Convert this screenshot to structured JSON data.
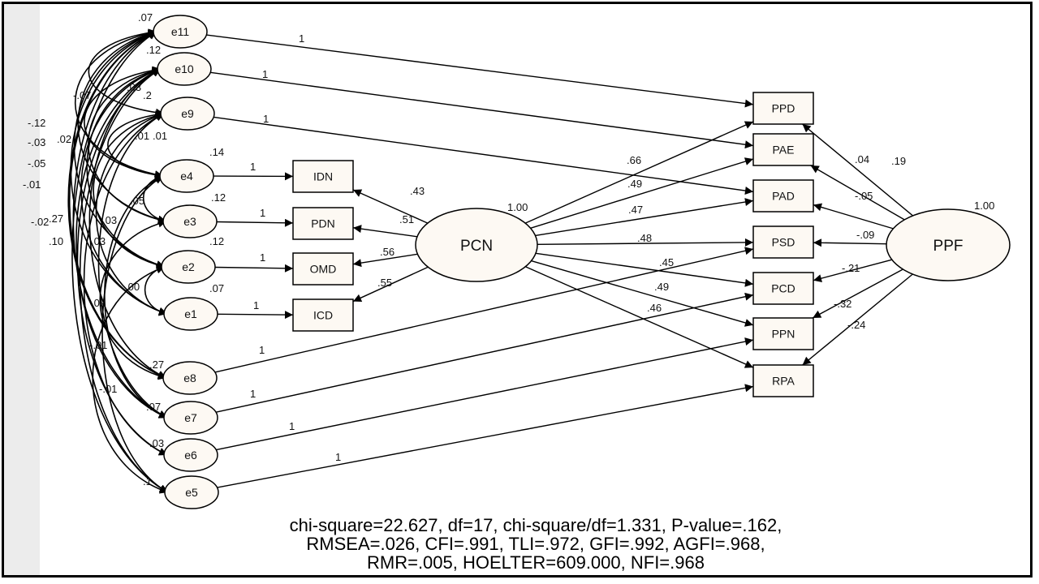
{
  "latent": [
    {
      "id": "PCN",
      "label": "PCN",
      "variance": "1.00"
    },
    {
      "id": "PPF",
      "label": "PPF",
      "variance": "1.00"
    }
  ],
  "observed": [
    {
      "id": "IDN",
      "label": "IDN"
    },
    {
      "id": "PDN",
      "label": "PDN"
    },
    {
      "id": "OMD",
      "label": "OMD"
    },
    {
      "id": "ICD",
      "label": "ICD"
    },
    {
      "id": "PPD",
      "label": "PPD"
    },
    {
      "id": "PAE",
      "label": "PAE"
    },
    {
      "id": "PAD",
      "label": "PAD"
    },
    {
      "id": "PSD",
      "label": "PSD"
    },
    {
      "id": "PCD",
      "label": "PCD"
    },
    {
      "id": "PPN",
      "label": "PPN"
    },
    {
      "id": "RPA",
      "label": "RPA"
    }
  ],
  "errors": [
    {
      "id": "e11",
      "label": "e11",
      "variance": ".07"
    },
    {
      "id": "e10",
      "label": "e10",
      "variance": ".12"
    },
    {
      "id": "e9",
      "label": "e9",
      "variance": ".2"
    },
    {
      "id": "e4",
      "label": "e4",
      "variance": ".14"
    },
    {
      "id": "e3",
      "label": "e3",
      "variance": ".12"
    },
    {
      "id": "e2",
      "label": "e2",
      "variance": ".12"
    },
    {
      "id": "e1",
      "label": "e1",
      "variance": ".07"
    },
    {
      "id": "e8",
      "label": "e8",
      "variance": ".27"
    },
    {
      "id": "e7",
      "label": "e7",
      "variance": ".07"
    },
    {
      "id": "e6",
      "label": "e6",
      "variance": ".03"
    },
    {
      "id": "e5",
      "label": "e5",
      "variance": ".1"
    }
  ],
  "loadings": {
    "PCN": [
      {
        "to": "IDN",
        "value": ".43"
      },
      {
        "to": "PDN",
        "value": ".51"
      },
      {
        "to": "OMD",
        "value": ".56"
      },
      {
        "to": "ICD",
        "value": ".55"
      },
      {
        "to": "PPD",
        "value": ".66"
      },
      {
        "to": "PAE",
        "value": ".49"
      },
      {
        "to": "PAD",
        "value": ".47"
      },
      {
        "to": "PSD",
        "value": ".48"
      },
      {
        "to": "PCD",
        "value": ".45"
      },
      {
        "to": "PPN",
        "value": ".49"
      },
      {
        "to": "RPA",
        "value": ".46"
      }
    ],
    "PPF": [
      {
        "to": "PPD",
        "value": ".19"
      },
      {
        "to": "PAE",
        "value": ".04"
      },
      {
        "to": "PAD",
        "value": "-.05"
      },
      {
        "to": "PSD",
        "value": "-.09"
      },
      {
        "to": "PCD",
        "value": "-.21"
      },
      {
        "to": "PPN",
        "value": "-.32"
      },
      {
        "to": "RPA",
        "value": "-.24"
      }
    ]
  },
  "error_paths": [
    {
      "from": "e4",
      "to": "IDN",
      "value": "1"
    },
    {
      "from": "e3",
      "to": "PDN",
      "value": "1"
    },
    {
      "from": "e2",
      "to": "OMD",
      "value": "1"
    },
    {
      "from": "e1",
      "to": "ICD",
      "value": "1"
    },
    {
      "from": "e11",
      "to": "PPD",
      "value": "1"
    },
    {
      "from": "e10",
      "to": "PAE",
      "value": "1"
    },
    {
      "from": "e9",
      "to": "PAD",
      "value": "1"
    },
    {
      "from": "e8",
      "to": "PSD",
      "value": "1"
    },
    {
      "from": "e7",
      "to": "PCD",
      "value": "1"
    },
    {
      "from": "e6",
      "to": "PPN",
      "value": "1"
    },
    {
      "from": "e5",
      "to": "RPA",
      "value": "1"
    }
  ],
  "covariances": [
    {
      "a": "e11",
      "b": "e9",
      "value": "-.07"
    },
    {
      "a": "e11",
      "b": "e4",
      "value": "-.12"
    },
    {
      "a": "e11",
      "b": "e3",
      "value": "-.03"
    },
    {
      "a": "e11",
      "b": "e2",
      "value": "-.05"
    },
    {
      "a": "e11",
      "b": "e1",
      "value": "-.01"
    },
    {
      "a": "e11",
      "b": "e8",
      "value": "-.02"
    },
    {
      "a": "e10",
      "b": "e4",
      "value": ".02"
    },
    {
      "a": "e10",
      "b": "e3",
      "value": ".03"
    },
    {
      "a": "e10",
      "b": "e2",
      "value": ".03"
    },
    {
      "a": "e10",
      "b": "e1",
      "value": ".27"
    },
    {
      "a": "e10",
      "b": "e7",
      "value": ".10"
    },
    {
      "a": "e9",
      "b": "e2",
      "value": ".03"
    },
    {
      "a": "e9",
      "b": "e1",
      "value": ".01"
    },
    {
      "a": "e9",
      "b": "e4",
      "value": ".01"
    },
    {
      "a": "e4",
      "b": "e3",
      "value": ".05"
    },
    {
      "a": "e2",
      "b": "e1",
      "value": ".00"
    },
    {
      "a": "e8",
      "b": "e10",
      "value": ".02"
    },
    {
      "a": "e7",
      "b": "e9",
      "value": "-.01"
    },
    {
      "a": "e5",
      "b": "e4",
      "value": "-.01"
    },
    {
      "a": "e5",
      "b": "e11",
      "value": ""
    },
    {
      "a": "e6",
      "b": "e10",
      "value": ""
    },
    {
      "a": "e6",
      "b": "e9",
      "value": ""
    },
    {
      "a": "e5",
      "b": "e2",
      "value": ""
    },
    {
      "a": "e5",
      "b": "e10",
      "value": ""
    },
    {
      "a": "e7",
      "b": "e4",
      "value": ""
    },
    {
      "a": "e8",
      "b": "e11",
      "value": ""
    },
    {
      "a": "e8",
      "b": "e3",
      "value": ""
    },
    {
      "a": "e7",
      "b": "e11",
      "value": ""
    }
  ],
  "fit": {
    "line1": "chi-square=22.627, df=17, chi-square/df=1.331, P-value=.162,",
    "line2": "RMSEA=.026, CFI=.991, TLI=.972, GFI=.992, AGFI=.968,",
    "line3": "RMR=.005, HOELTER=609.000, NFI=.968"
  }
}
